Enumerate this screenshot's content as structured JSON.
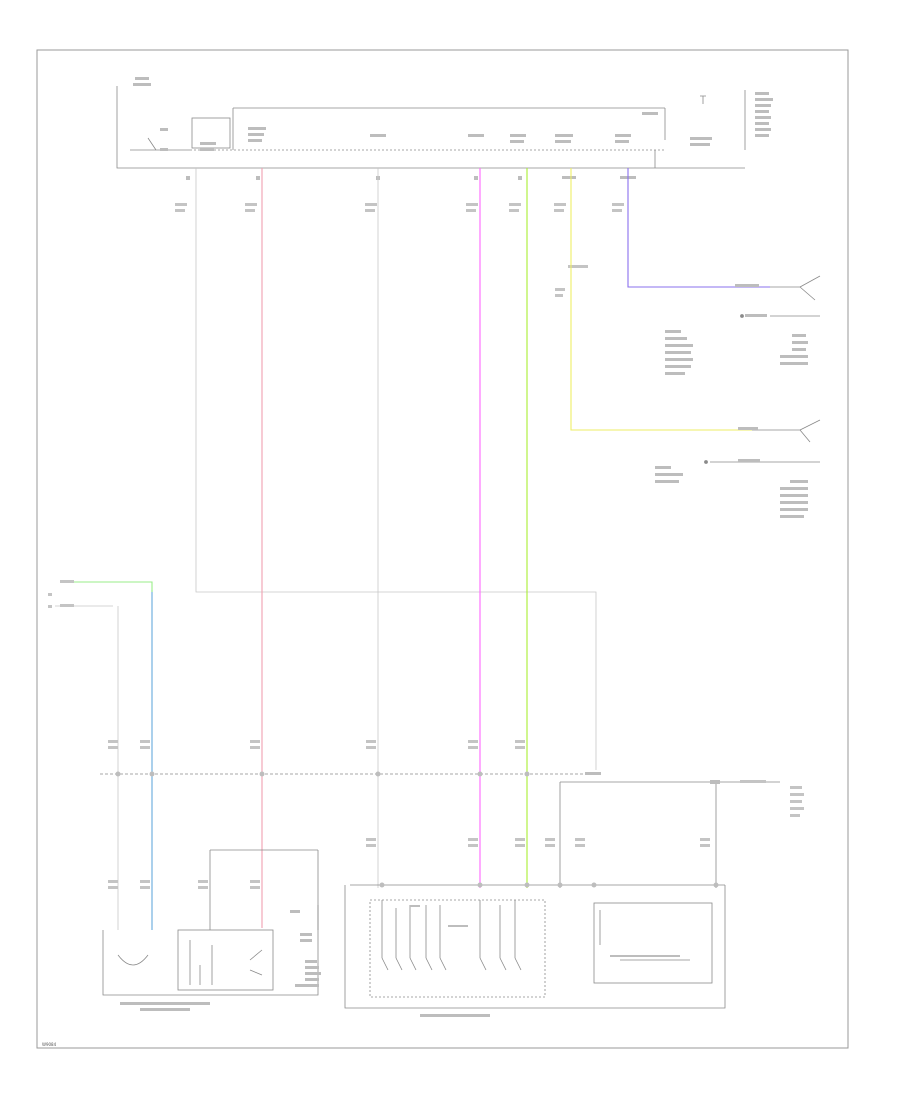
{
  "colors": {
    "background": "#ffffff",
    "frame": "#9a9a9a",
    "line": "#8a8a8a",
    "light_line": "#c8c8c8",
    "text": "#555555",
    "wire_pink": "#f0a0b0",
    "wire_magenta": "#ff66ff",
    "wire_green_yellow": "#aaee33",
    "wire_yellow": "#eeee66",
    "wire_violet": "#8a70ee",
    "wire_blue": "#66aadd",
    "wire_green": "#99ee88"
  },
  "footer": {
    "code": "W9084"
  },
  "wires": [
    {
      "id": "pink",
      "color": "wire_pink"
    },
    {
      "id": "magenta",
      "color": "wire_magenta"
    },
    {
      "id": "green-yellow",
      "color": "wire_green_yellow"
    },
    {
      "id": "yellow",
      "color": "wire_yellow"
    },
    {
      "id": "violet",
      "color": "wire_violet"
    },
    {
      "id": "blue",
      "color": "wire_blue"
    },
    {
      "id": "green",
      "color": "wire_green"
    }
  ]
}
